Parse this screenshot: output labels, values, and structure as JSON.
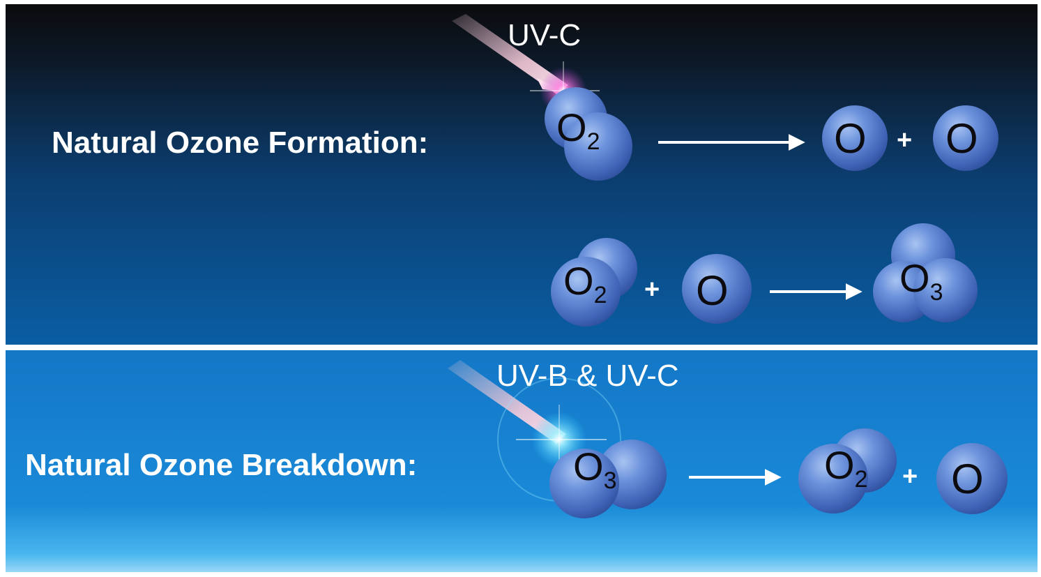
{
  "formation": {
    "title": "Natural Ozone Formation:",
    "uv_label": "UV-C",
    "step1": {
      "reactant": {
        "symbol": "O",
        "subscript": "2"
      },
      "products": [
        {
          "symbol": "O",
          "subscript": ""
        },
        {
          "symbol": "O",
          "subscript": ""
        }
      ],
      "plus": "+"
    },
    "step2": {
      "reactants": [
        {
          "symbol": "O",
          "subscript": "2"
        },
        {
          "symbol": "O",
          "subscript": ""
        }
      ],
      "product": {
        "symbol": "O",
        "subscript": "3"
      },
      "plus": "+"
    }
  },
  "breakdown": {
    "title": "Natural Ozone Breakdown:",
    "uv_label": "UV-B & UV-C",
    "reactant": {
      "symbol": "O",
      "subscript": "3"
    },
    "products": [
      {
        "symbol": "O",
        "subscript": "2"
      },
      {
        "symbol": "O",
        "subscript": ""
      }
    ],
    "plus": "+"
  },
  "colors": {
    "sky_top": "#0a0a0c",
    "sky_mid": "#0a4c86",
    "sky_bottom": "#2aa0e6",
    "atom": "#5b86d6",
    "text": "#ffffff",
    "uv_ray": "#f2c8d6"
  }
}
